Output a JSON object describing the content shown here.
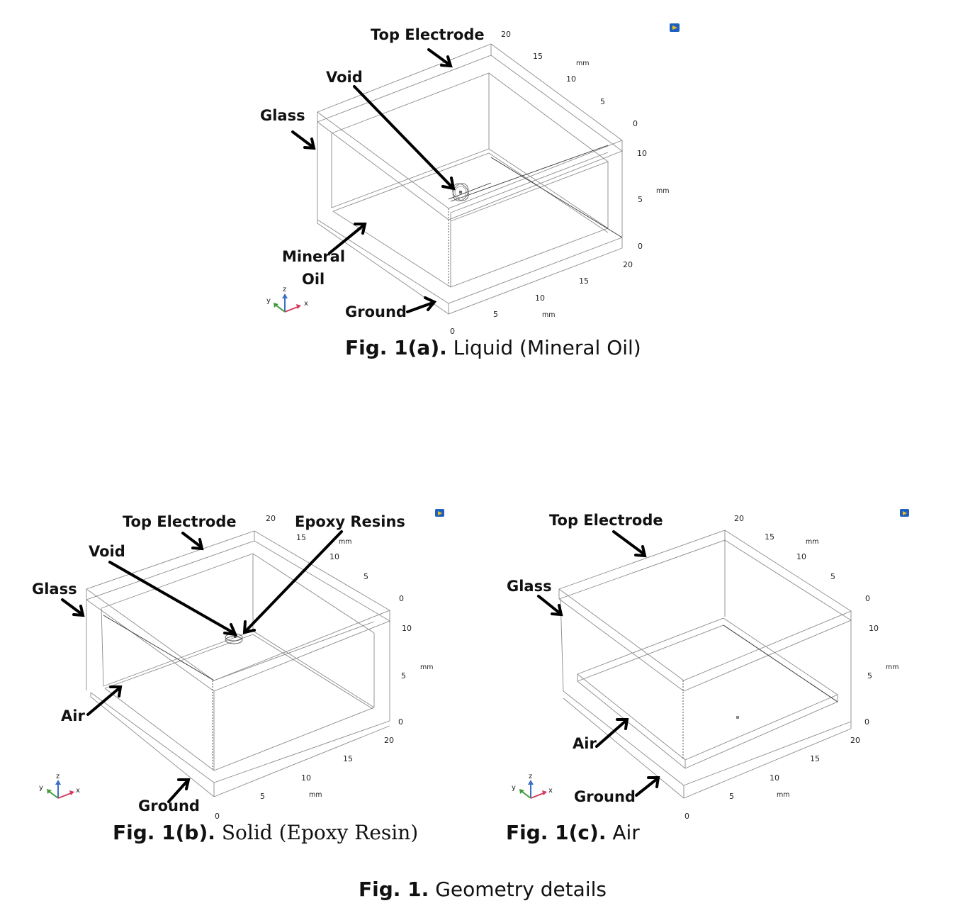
{
  "figure": {
    "title_prefix": "Fig. 1.",
    "title_text": "Geometry details"
  },
  "panels": [
    {
      "id": "a",
      "caption_prefix": "Fig. 1(a).",
      "caption_text": "Liquid (Mineral Oil)",
      "labels": {
        "top_electrode": "Top Electrode",
        "void": "Void",
        "glass": "Glass",
        "medium_line1": "Mineral",
        "medium_line2": "Oil",
        "ground": "Ground"
      },
      "axis_ticks": {
        "y_axis": [
          "20",
          "15",
          "10",
          "5",
          "0"
        ],
        "z_axis": [
          "10",
          "5",
          "0"
        ],
        "x_axis": [
          "20",
          "15",
          "10",
          "5",
          "0"
        ],
        "unit": "mm"
      }
    },
    {
      "id": "b",
      "caption_prefix": "Fig. 1(b).",
      "caption_text": "Solid (Epoxy Resin)",
      "labels": {
        "top_electrode": "Top Electrode",
        "void": "Void",
        "epoxy": "Epoxy Resins",
        "glass": "Glass",
        "air": "Air",
        "ground": "Ground"
      },
      "axis_ticks": {
        "y_axis": [
          "20",
          "15",
          "10",
          "5",
          "0"
        ],
        "z_axis": [
          "10",
          "5",
          "0"
        ],
        "x_axis": [
          "20",
          "15",
          "10",
          "5",
          "0"
        ],
        "unit": "mm"
      }
    },
    {
      "id": "c",
      "caption_prefix": "Fig. 1(c).",
      "caption_text": "Air",
      "labels": {
        "top_electrode": "Top Electrode",
        "glass": "Glass",
        "air": "Air",
        "ground": "Ground"
      },
      "axis_ticks": {
        "y_axis": [
          "20",
          "15",
          "10",
          "5",
          "0"
        ],
        "z_axis": [
          "10",
          "5",
          "0"
        ],
        "x_axis": [
          "20",
          "15",
          "10",
          "5",
          "0"
        ],
        "unit": "mm"
      }
    }
  ],
  "triad": {
    "x": "x",
    "y": "y",
    "z": "z"
  },
  "colors": {
    "x_axis": "#d63a5e",
    "y_axis": "#3e9a3a",
    "z_axis": "#3a6fc4",
    "logo_blue": "#1f5fbf",
    "logo_yellow": "#f2c21b"
  }
}
